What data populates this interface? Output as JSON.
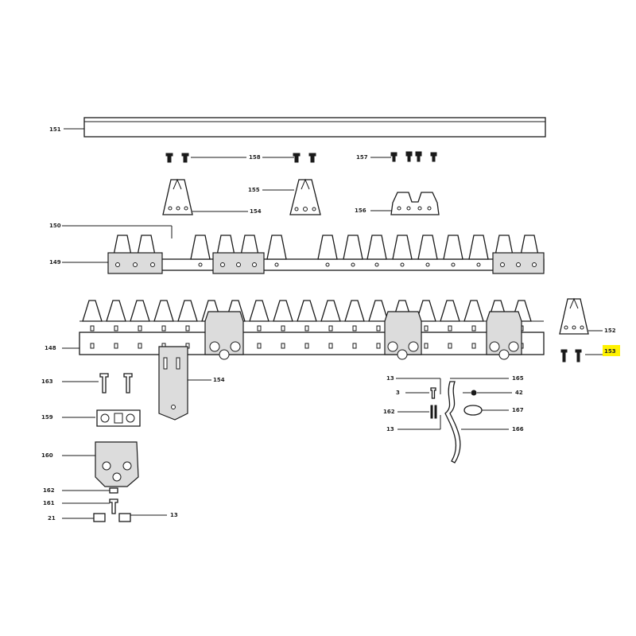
{
  "callouts": {
    "c151": "151",
    "c158": "158",
    "c157": "157",
    "c155": "155",
    "c154a": "154",
    "c156": "156",
    "c150": "150",
    "c149": "149",
    "c148": "148",
    "c152": "152",
    "c153": "153",
    "c163": "163",
    "c154b": "154",
    "c159": "159",
    "c160": "160",
    "c13a": "13",
    "c165": "165",
    "c3": "3",
    "c42": "42",
    "c162a": "162",
    "c167": "167",
    "c13b": "13",
    "c166": "166",
    "c162b": "162",
    "c161": "161",
    "c21": "21",
    "c13c": "13"
  },
  "highlight_color": "#fff200",
  "ink_color": "#1a1a1a"
}
